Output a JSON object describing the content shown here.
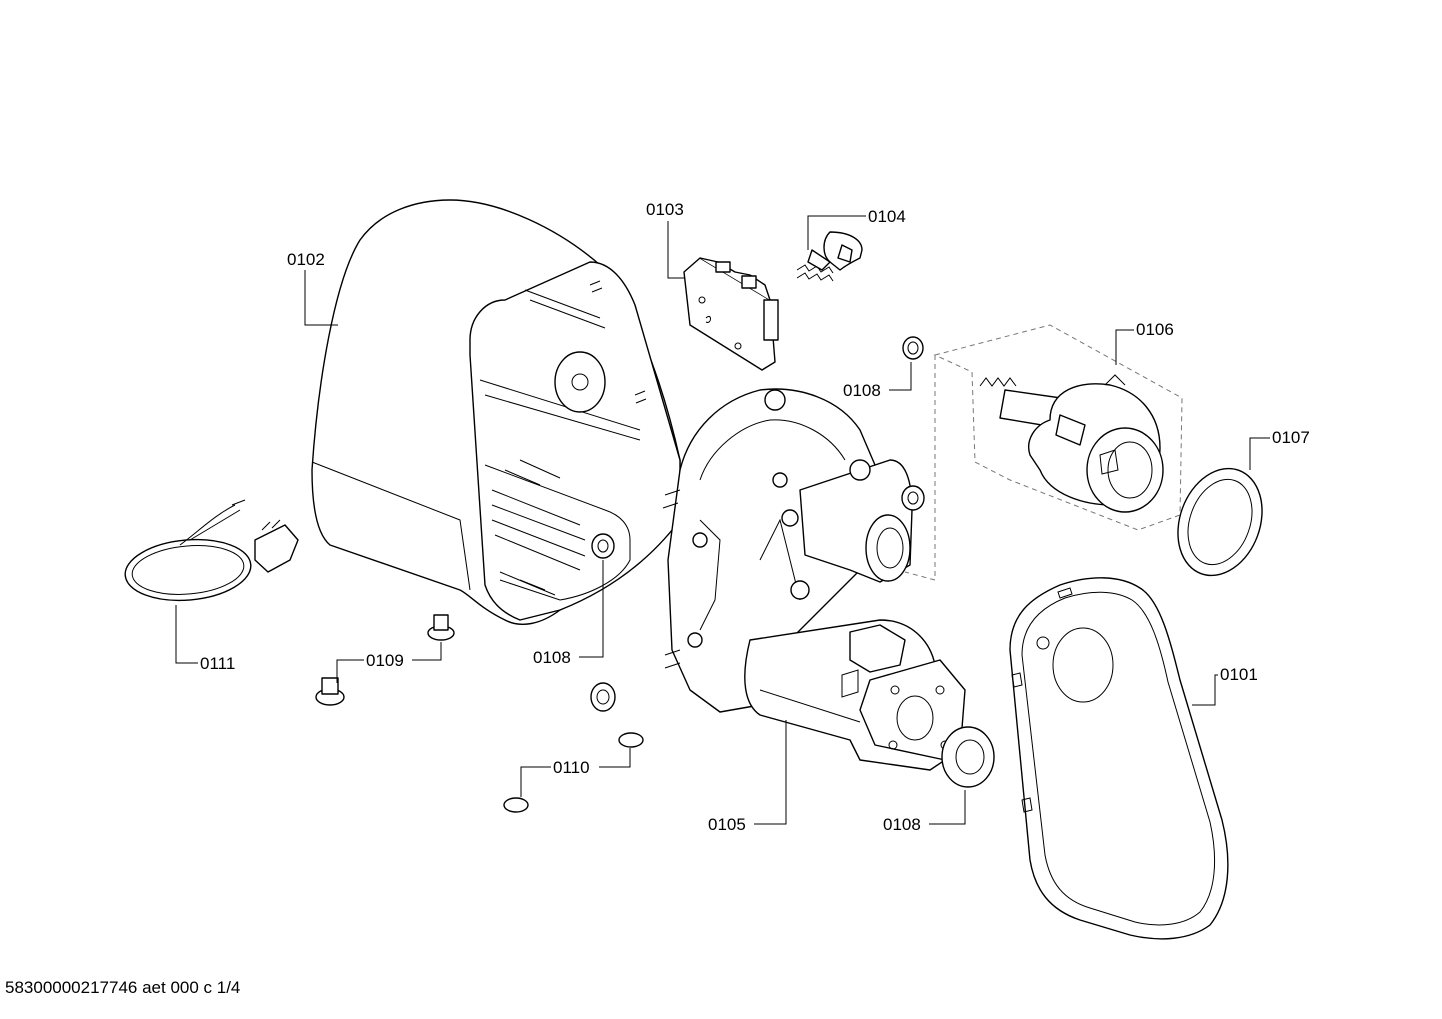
{
  "labels": {
    "p0101": "0101",
    "p0102": "0102",
    "p0103": "0103",
    "p0104": "0104",
    "p0105": "0105",
    "p0106": "0106",
    "p0107": "0107",
    "p0108a": "0108",
    "p0108b": "0108",
    "p0108c": "0108",
    "p0109": "0109",
    "p0110": "0110",
    "p0111": "0111"
  },
  "footer": "58300000217746 aet 000 c 1/4"
}
